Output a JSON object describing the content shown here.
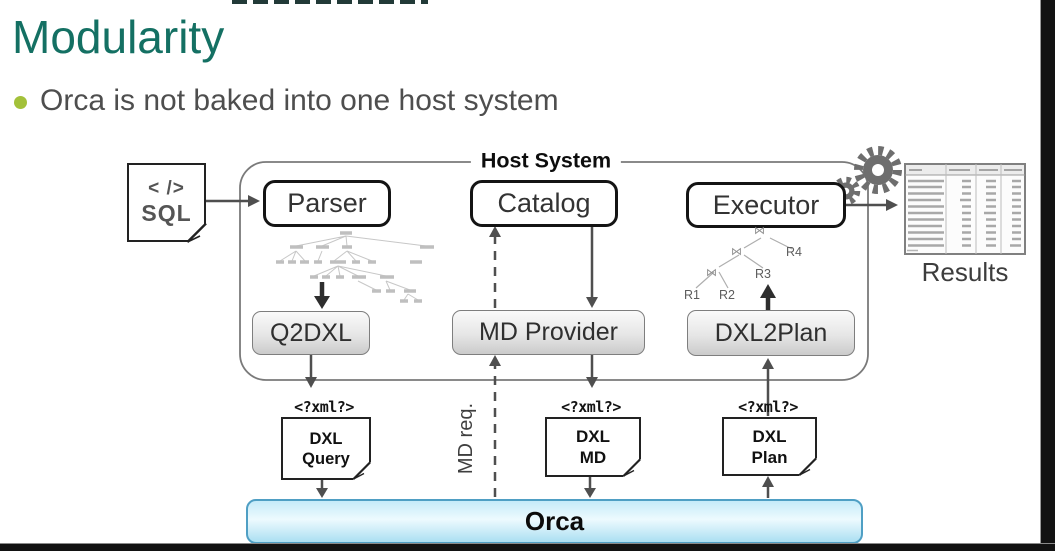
{
  "slide": {
    "title": "Modularity",
    "bullet_text": "Orca is not baked into one host system"
  },
  "diagram": {
    "host_system_label": "Host System",
    "components": {
      "parser": "Parser",
      "catalog": "Catalog",
      "executor": "Executor"
    },
    "translators": {
      "q2dxl": "Q2DXL",
      "md_provider": "MD Provider",
      "dxl2plan": "DXL2Plan"
    },
    "sql_doc": {
      "icon_text": "< />",
      "label": "SQL"
    },
    "docs": {
      "xml_tag": "<?xml?>",
      "query": {
        "line1": "DXL",
        "line2": "Query"
      },
      "md": {
        "line1": "DXL",
        "line2": "MD"
      },
      "plan": {
        "line1": "DXL",
        "line2": "Plan"
      }
    },
    "md_req_label": "MD req.",
    "orca_label": "Orca",
    "results_label": "Results",
    "plan_tree": {
      "join_top": "⋈",
      "join_mid": "⋈",
      "join_low": "⋈",
      "r1": "R1",
      "r2": "R2",
      "r3": "R3",
      "r4": "R4"
    },
    "icons": {
      "gears": "gears-icon",
      "sql_document": "sql-document-icon",
      "xml_document": "xml-document-icon",
      "results_table": "results-table-icon",
      "parse_tree": "parse-tree-image",
      "plan_tree": "plan-tree-image"
    }
  },
  "colors": {
    "title_text": "#147063",
    "bullet_dot": "#a3c13a",
    "body_text": "#4e4e4e",
    "component_border": "#141414",
    "gray_box_fill": "#dcdcdc",
    "gray_box_border": "#7e7e7e",
    "host_border": "#7a7a7a",
    "arrow": "#4f4f4f",
    "gear": "#6e6e6e",
    "orca_fill": "#c6ebf9",
    "orca_border": "#4f9fc4",
    "frame": "#121212"
  }
}
